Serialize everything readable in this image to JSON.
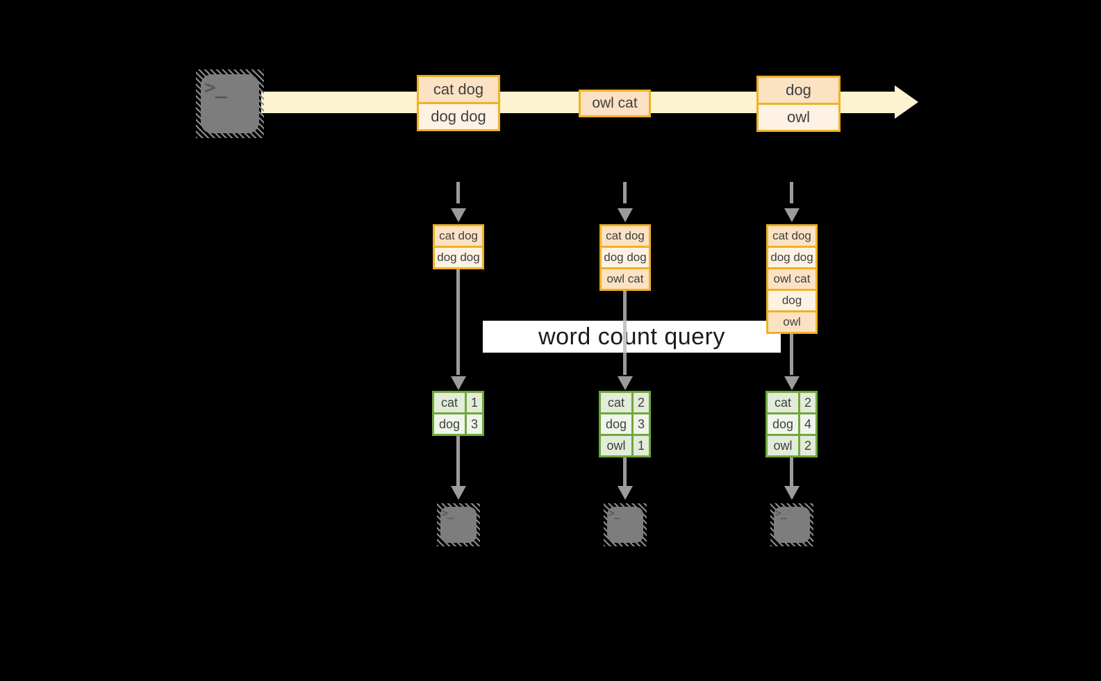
{
  "diagram": {
    "query_label": "word count query",
    "terminal_glyph": ">_",
    "colors": {
      "background": "#000000",
      "stream_fill": "#fdf3d0",
      "box_border": "#f0b125",
      "box_fill_dark": "#fbe2c3",
      "box_fill_light": "#fdf2e3",
      "table_border": "#6fa83c",
      "table_fill_dark": "#e2ecd9",
      "table_fill_light": "#f0f5eb",
      "arrow_gray": "#9b9b9b",
      "terminal_gray": "#7d7d7d",
      "label_background": "#ffffff",
      "text": "#3f3f3f"
    },
    "stream": {
      "batches": [
        {
          "cells": [
            "cat dog",
            "dog dog"
          ]
        },
        {
          "cells": [
            "owl cat"
          ]
        },
        {
          "cells": [
            "dog",
            "owl"
          ]
        }
      ]
    },
    "columns": [
      {
        "state": [
          "cat dog",
          "dog dog"
        ],
        "counts": [
          {
            "word": "cat",
            "count": "1"
          },
          {
            "word": "dog",
            "count": "3"
          }
        ]
      },
      {
        "state": [
          "cat dog",
          "dog dog",
          "owl cat"
        ],
        "counts": [
          {
            "word": "cat",
            "count": "2"
          },
          {
            "word": "dog",
            "count": "3"
          },
          {
            "word": "owl",
            "count": "1"
          }
        ]
      },
      {
        "state": [
          "cat dog",
          "dog dog",
          "owl cat",
          "dog",
          "owl"
        ],
        "counts": [
          {
            "word": "cat",
            "count": "2"
          },
          {
            "word": "dog",
            "count": "4"
          },
          {
            "word": "owl",
            "count": "2"
          }
        ]
      }
    ]
  }
}
